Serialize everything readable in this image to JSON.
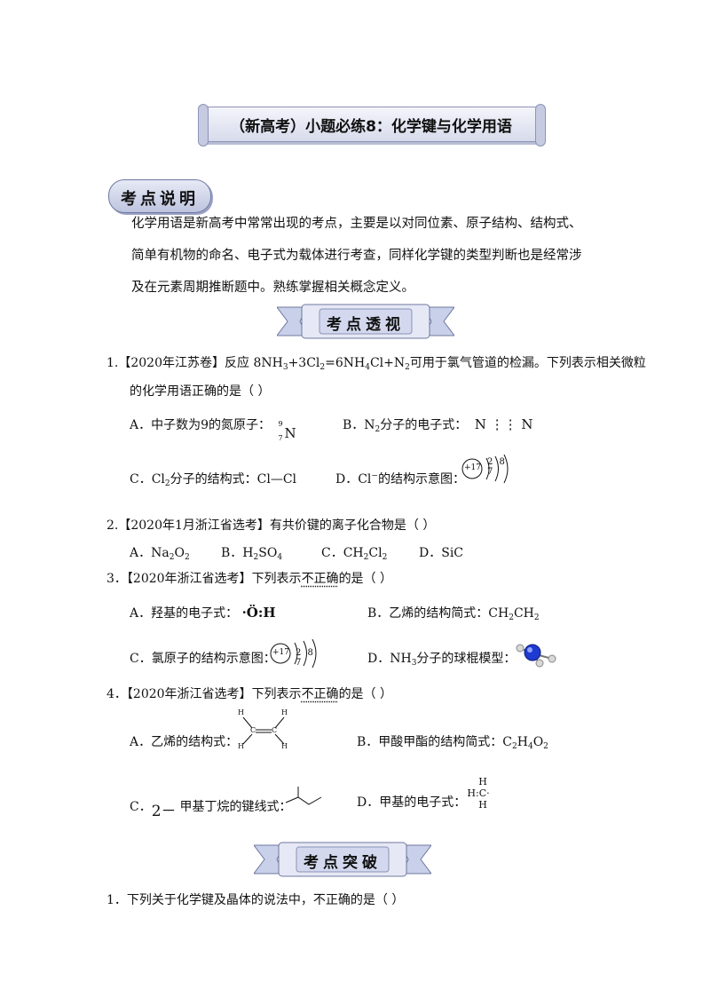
{
  "title": "（新高考）小题必练8：化学键与化学用语",
  "section1": {
    "badge": "考点说明",
    "para": "化学用语是新高考中常常出现的考点，主要是以对同位素、原子结构、结构式、简单有机物的命名、电子式为载体进行考查，同样化学键的类型判断也是经常涉及在元素周期推断题中。熟练掌握相关概念定义。"
  },
  "section2": {
    "ribbon": "考点透视"
  },
  "q1": {
    "num": "1.",
    "source": "【2020年江苏卷】",
    "stem_a": "反应 8NH",
    "stem_b": "3",
    "stem_c": "+3Cl",
    "stem_d": "2",
    "stem_e": "=6NH",
    "stem_f": "4",
    "stem_g": "Cl+N",
    "stem_h": "2",
    "stem_i": "可用于氯气管道的检漏。下列表示相关微粒",
    "stem2": "的化学用语正确的是（     ）",
    "A": "A．中子数为9的氮原子：",
    "A_sup": "9",
    "A_sub": "7",
    "A_sym": "N",
    "B": "B．N",
    "B_sub": "2",
    "B_rest": "分子的电子式：",
    "B_formula": "N ⋮⋮ N",
    "C": "C．Cl",
    "C_sub": "2",
    "C_rest": "分子的结构式：Cl—Cl",
    "D": "D．Cl",
    "D_sup": "−",
    "D_rest": "的结构示意图：",
    "D_nucleus": "+17",
    "D_shells": "2 8 7"
  },
  "q2": {
    "num": "2.",
    "source": "【2020年1月浙江省选考】",
    "stem": "有共价键的离子化合物是（     ）",
    "A": "A．Na",
    "A_sub1": "2",
    "A_mid": "O",
    "A_sub2": "2",
    "B": "B．H",
    "B_sub1": "2",
    "B_mid": "SO",
    "B_sub2": "4",
    "C": "C．CH",
    "C_sub1": "2",
    "C_mid": "Cl",
    "C_sub2": "2",
    "D": "D．SiC"
  },
  "q3": {
    "num": "3．",
    "source": "【2020年浙江省选考】",
    "stem_a": "下列表示",
    "stem_emph": "不正确",
    "stem_b": "的是（     ）",
    "A": "A．羟基的电子式：",
    "A_formula": "·Ö:H",
    "B": "B．乙烯的结构简式：CH",
    "B_sub1": "2",
    "B_mid": "CH",
    "B_sub2": "2",
    "C": "C．氯原子的结构示意图：",
    "C_nucleus": "+17",
    "C_shells": "2 8 7",
    "D": "D．NH",
    "D_sub": "3",
    "D_rest": "分子的球棍模型："
  },
  "q4": {
    "num": "4．",
    "source": "【2020年浙江省选考】",
    "stem_a": "下列表示",
    "stem_emph": "不正确",
    "stem_b": "的是（     ）",
    "A": "A．乙烯的结构式：",
    "A_atoms": [
      "H",
      "H",
      "C",
      "C",
      "H",
      "H"
    ],
    "B": "B．甲酸甲酯的结构简式：C",
    "B_sub1": "2",
    "B_mid1": "H",
    "B_sub2": "4",
    "B_mid2": "O",
    "B_sub3": "2",
    "C": "C．",
    "C_prefix": "2－",
    "C_rest": "甲基丁烷的键线式：",
    "D": "D．甲基的电子式：",
    "D_atoms": [
      "H",
      "H:C·",
      "H"
    ]
  },
  "section3": {
    "ribbon": "考点突破"
  },
  "p1": {
    "text": "1．下列关于化学键及晶体的说法中，不正确的是（     ）"
  }
}
